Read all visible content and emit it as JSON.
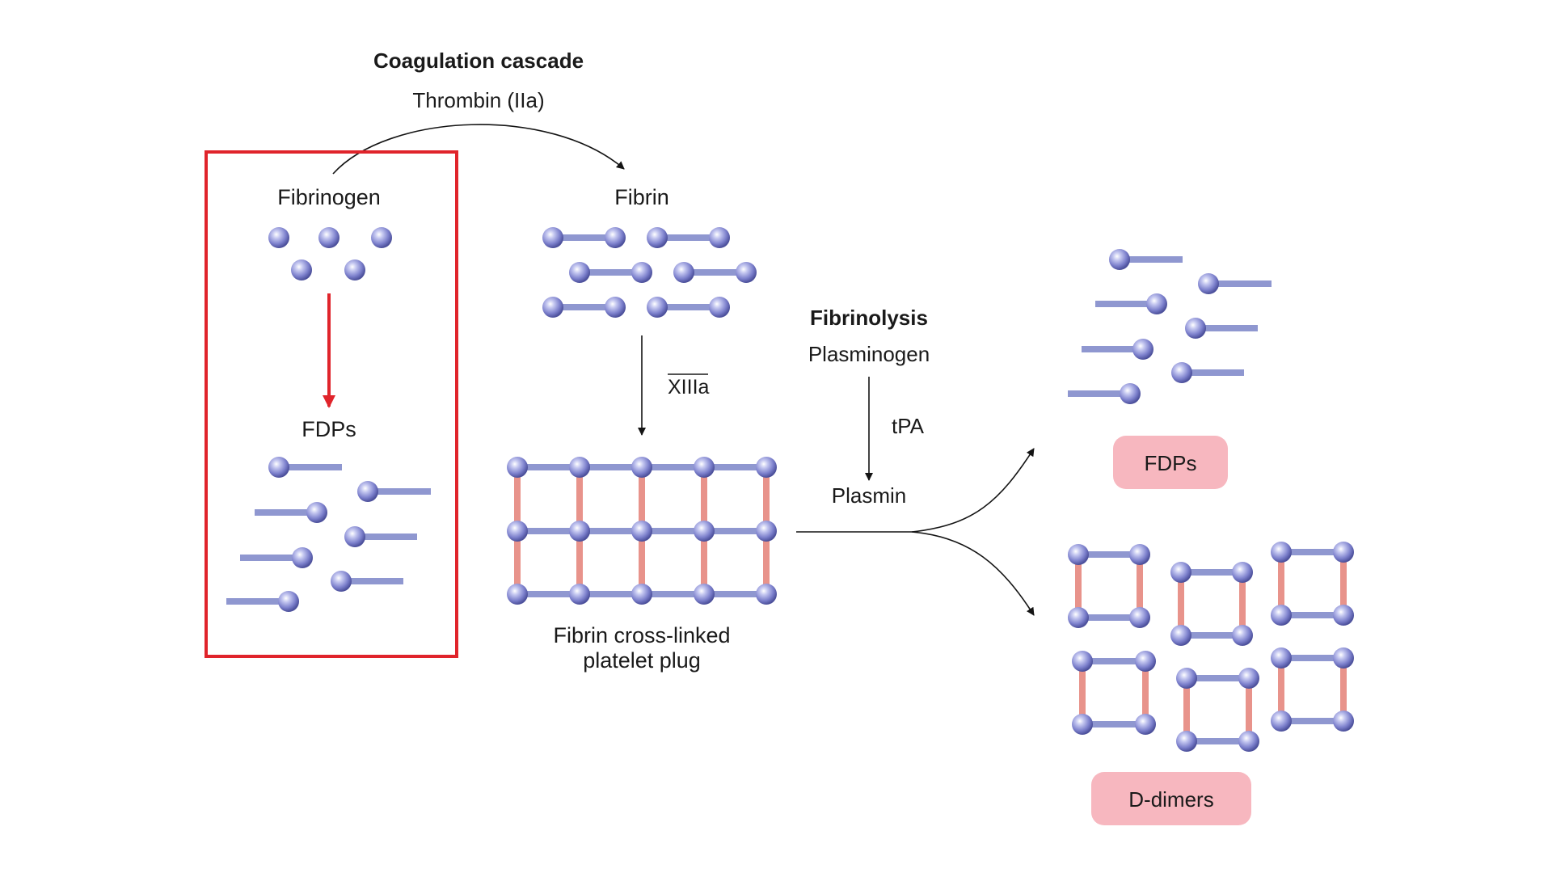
{
  "title": "Coagulation cascade",
  "thrombin_label": "Thrombin (IIa)",
  "fibrinogen_label": "Fibrinogen",
  "fdps_left_label": "FDPs",
  "fibrin_label": "Fibrin",
  "factor_label": "XIIIa",
  "plug_label_line1": "Fibrin cross-linked",
  "plug_label_line2": "platelet plug",
  "fibrinolysis_title": "Fibrinolysis",
  "plasminogen_label": "Plasminogen",
  "tpa_label": "tPA",
  "plasmin_label": "Plasmin",
  "fdps_right_label": "FDPs",
  "ddimers_label": "D-dimers",
  "colors": {
    "highlight_box": "#e0242b",
    "red_arrow": "#e0242b",
    "strand": "#8f97d0",
    "cross_link": "#e8938b",
    "node": "#7c80cc",
    "product_badge": "#f7b7bf"
  }
}
